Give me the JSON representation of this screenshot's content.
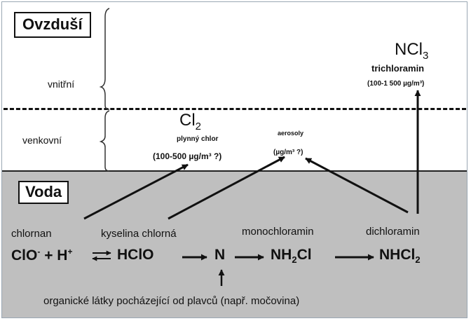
{
  "zones": {
    "air_title": "Ovzduší",
    "indoor": "vnitřní",
    "outdoor": "venkovní",
    "water_title": "Voda"
  },
  "products": {
    "ncl3_formula": {
      "base": "NCl",
      "sub": "3"
    },
    "ncl3_name": "trichloramin",
    "ncl3_conc": "(100-1 500 µg/m³)",
    "cl2_formula": {
      "base": "Cl",
      "sub": "2"
    },
    "cl2_name": "plynný chlor",
    "cl2_conc": "(100-500 µg/m³ ?)",
    "aerosol_name": "aerosoly",
    "aerosol_conc": "(µg/m³ ?)"
  },
  "species": {
    "hypochlorite": "chlornan",
    "hypochlorous": "kyselina chlorná",
    "monochloramine": "monochloramin",
    "dichloramine": "dichloramin"
  },
  "equation": {
    "clo": "ClO",
    "clo_sup": "-",
    "plus": "+",
    "h": "H",
    "h_sup": "+",
    "hclo": "HClO",
    "n": "N",
    "nh2cl": {
      "a": "NH",
      "sub": "2",
      "b": "Cl"
    },
    "nhcl2": {
      "a": "NHCl",
      "sub": "2"
    }
  },
  "source_note": "organické látky pocházející od plavců (např. močovina)"
}
